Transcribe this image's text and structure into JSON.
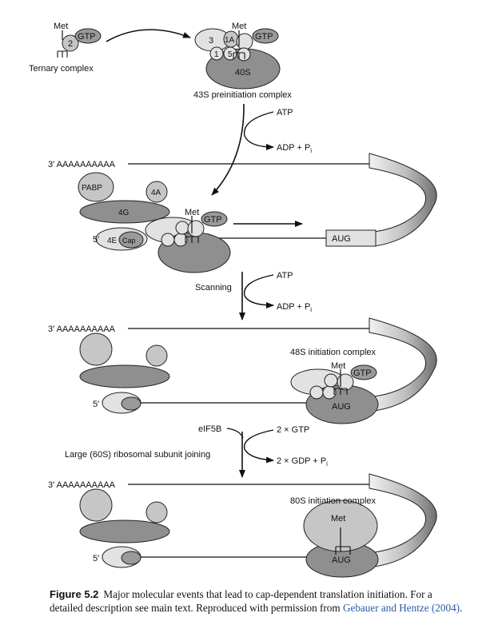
{
  "figure": {
    "label": "Figure 5.2",
    "caption_text": "Major molecular events that lead to cap-dependent translation initiation. For a detailed description see main text. Reproduced with permission from",
    "caption_reference": "Gebauer and Hentze (2004)",
    "caption_end": "."
  },
  "labels": {
    "met": "Met",
    "gtp": "GTP",
    "eif2": "2",
    "ternary_complex": "Ternary complex",
    "eif3": "3",
    "eif1a": "1A",
    "eif1": "1",
    "eif5": "5",
    "s40": "40S",
    "pic43s": "43S preinitiation complex",
    "atp": "ATP",
    "adp_pi": "ADP + P",
    "pi_sub": "i",
    "polya": "3′ AAAAAAAAAA",
    "pabp": "PABP",
    "eif4a": "4A",
    "eif4g": "4G",
    "five_prime": "5′",
    "eif4e": "4E",
    "cap": "Cap",
    "aug": "AUG",
    "scanning": "Scanning",
    "ic48s": "48S initiation complex",
    "eif5b": "eIF5B",
    "gtp2x": "2 × GTP",
    "gdp2x": "2 × GDP + P",
    "subunit_joining": "Large (60S) ribosomal subunit joining",
    "ic80s": "80S initiation complex"
  },
  "colors": {
    "light_gray": "#e2e2e2",
    "mid_gray": "#c6c6c6",
    "dark_gray": "#8f8f8f",
    "outline": "#222222",
    "caption_link": "#2b5aa8"
  }
}
